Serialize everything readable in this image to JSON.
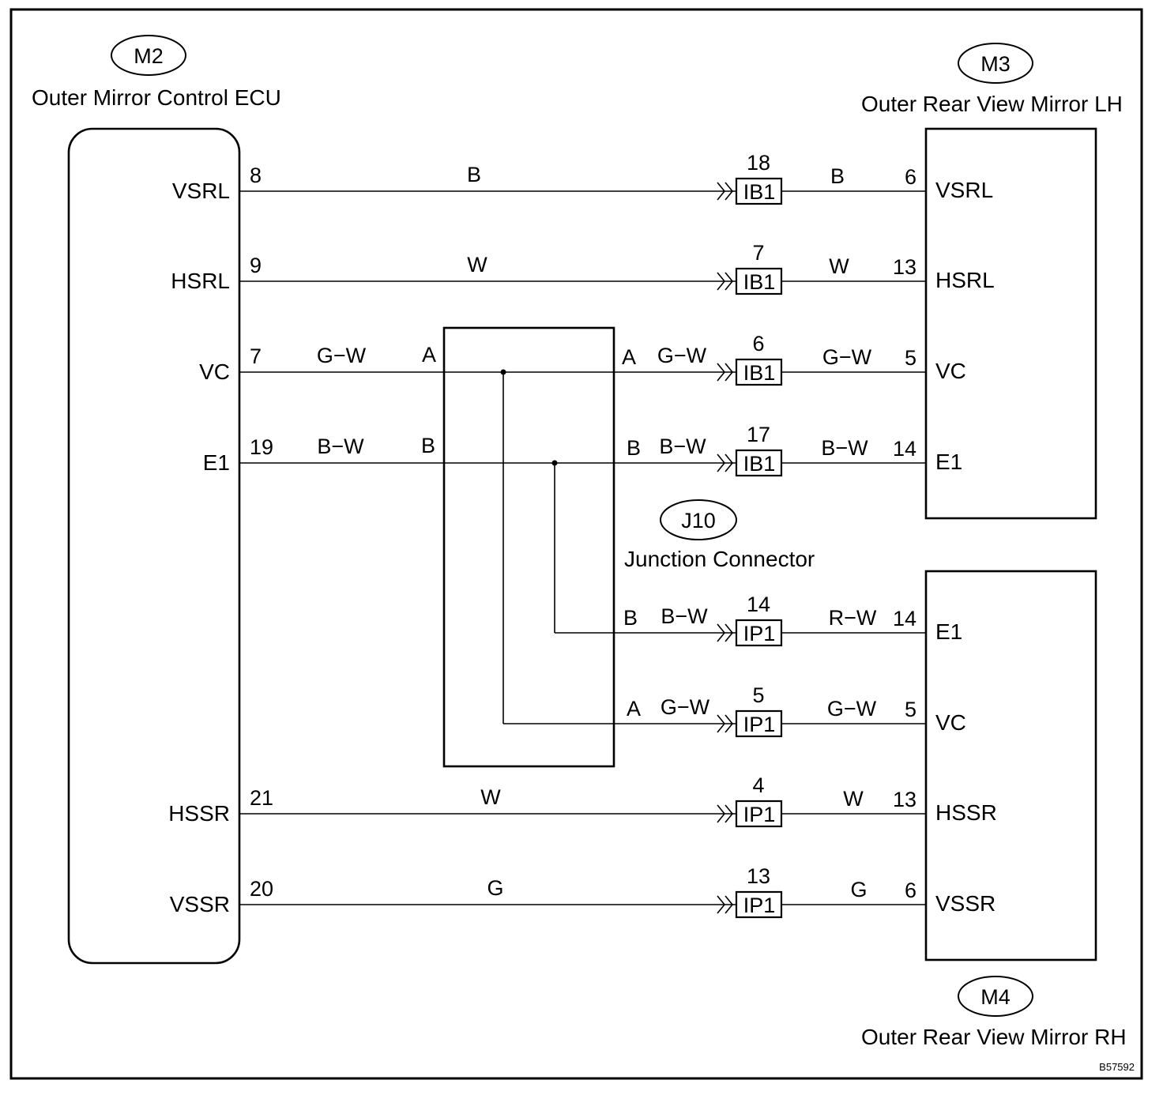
{
  "components": {
    "ecu": {
      "code": "M2",
      "name": "Outer Mirror Control ECU"
    },
    "mirror_lh": {
      "code": "M3",
      "name": "Outer Rear View Mirror LH"
    },
    "junction": {
      "code": "J10",
      "name": "Junction Connector"
    },
    "mirror_rh": {
      "code": "M4",
      "name": "Outer Rear View Mirror RH"
    }
  },
  "circuits_lh": [
    {
      "ecu_terminal": "VSRL",
      "ecu_pin": "8",
      "ecu_wire": "B",
      "connector_pin": "18",
      "connector": "IB1",
      "mirror_wire": "B",
      "mirror_pin": "6",
      "mirror_terminal": "VSRL"
    },
    {
      "ecu_terminal": "HSRL",
      "ecu_pin": "9",
      "ecu_wire": "W",
      "connector_pin": "7",
      "connector": "IB1",
      "mirror_wire": "W",
      "mirror_pin": "13",
      "mirror_terminal": "HSRL"
    },
    {
      "ecu_terminal": "VC",
      "ecu_pin": "7",
      "ecu_wire": "G−W",
      "junction_in": "A",
      "junction_out": "A",
      "junction_wire": "G−W",
      "connector_pin": "6",
      "connector": "IB1",
      "mirror_wire": "G−W",
      "mirror_pin": "5",
      "mirror_terminal": "VC"
    },
    {
      "ecu_terminal": "E1",
      "ecu_pin": "19",
      "ecu_wire": "B−W",
      "junction_in": "B",
      "junction_out": "B",
      "junction_wire": "B−W",
      "connector_pin": "17",
      "connector": "IB1",
      "mirror_wire": "B−W",
      "mirror_pin": "14",
      "mirror_terminal": "E1"
    }
  ],
  "circuits_rh": [
    {
      "junction_out": "B",
      "junction_wire": "B−W",
      "connector_pin": "14",
      "connector": "IP1",
      "mirror_wire": "R−W",
      "mirror_pin": "14",
      "mirror_terminal": "E1"
    },
    {
      "junction_out": "A",
      "junction_wire": "G−W",
      "connector_pin": "5",
      "connector": "IP1",
      "mirror_wire": "G−W",
      "mirror_pin": "5",
      "mirror_terminal": "VC"
    },
    {
      "ecu_terminal": "HSSR",
      "ecu_pin": "21",
      "ecu_wire": "W",
      "connector_pin": "4",
      "connector": "IP1",
      "mirror_wire": "W",
      "mirror_pin": "13",
      "mirror_terminal": "HSSR"
    },
    {
      "ecu_terminal": "VSSR",
      "ecu_pin": "20",
      "ecu_wire": "G",
      "connector_pin": "13",
      "connector": "IP1",
      "mirror_wire": "G",
      "mirror_pin": "6",
      "mirror_terminal": "VSSR"
    }
  ],
  "drawing_number": "B57592"
}
